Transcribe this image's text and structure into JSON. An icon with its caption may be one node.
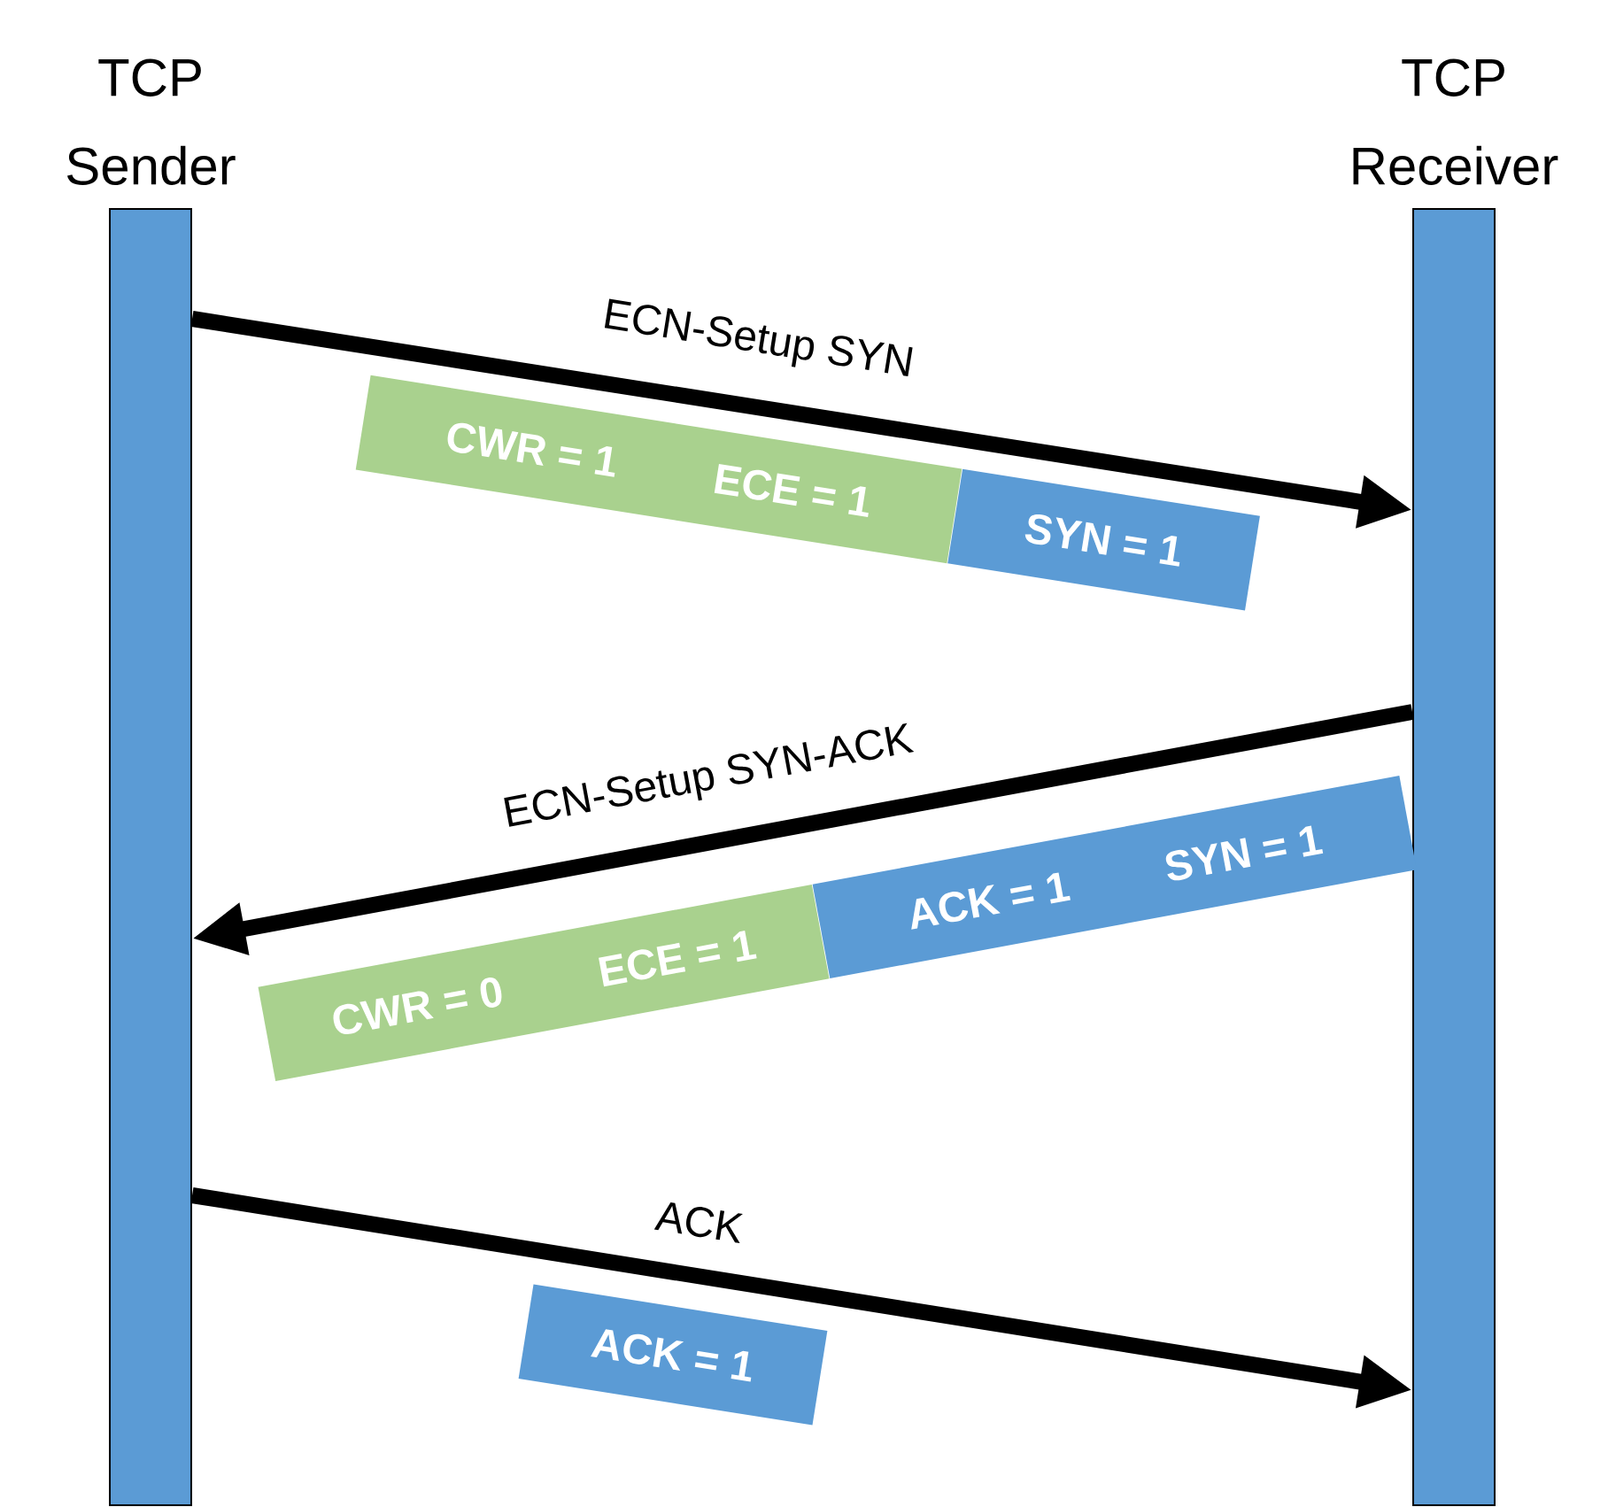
{
  "diagram": {
    "nodes": [
      {
        "text": [
          "TCP Sender"
        ]
      },
      {
        "text": [
          "TCP Receiver"
        ]
      },
      {
        "text": [
          "CWR = 1",
          "ECE = 1"
        ]
      },
      {
        "text": [
          "SYN = 1"
        ]
      },
      {
        "text": [
          "CWR = 0",
          "ECE = 1"
        ]
      },
      {
        "text": [
          "ACK = 1",
          "SYN = 1"
        ]
      },
      {
        "text": [
          "ACK = 1"
        ]
      }
    ],
    "edges": [
      {
        "from": 0,
        "to": 1,
        "arrow": "to",
        "label": "ECN-Setup SYN"
      },
      {
        "from": 1,
        "to": 0,
        "arrow": "to",
        "label": "ECN-Setup SYN-ACK"
      },
      {
        "from": 0,
        "to": 1,
        "arrow": "to",
        "label": "ACK"
      }
    ]
  }
}
